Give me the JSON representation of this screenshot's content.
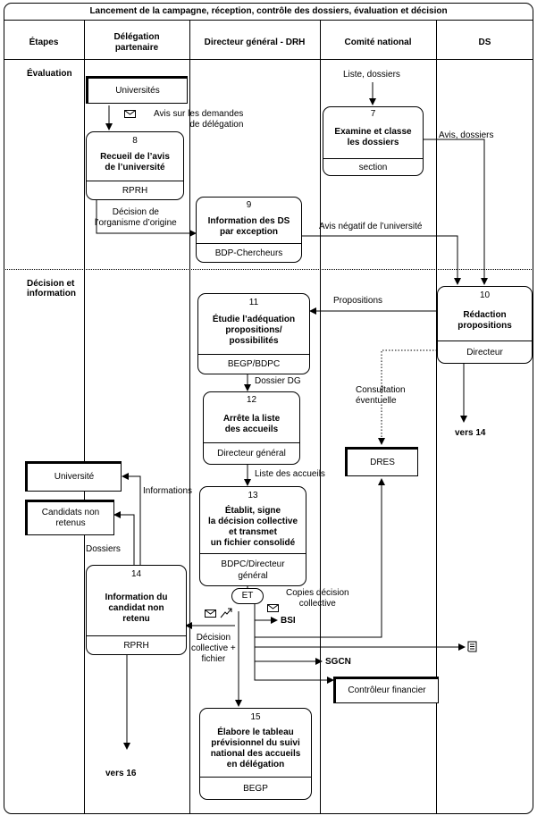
{
  "title": "Lancement de la campagne, réception, contrôle des dossiers, évaluation et décision",
  "columns": [
    "Étapes",
    "Délégation\npartenaire",
    "Directeur général - DRH",
    "Comité national",
    "DS"
  ],
  "sections": {
    "evaluation": "Évaluation",
    "decision": "Décision et\ninformation"
  },
  "externals": {
    "universites": "Universités",
    "universite": "Université",
    "candidats": "Candidats non\nretenus",
    "dres": "DRES",
    "controleur": "Contrôleur financier"
  },
  "processes": {
    "p7": {
      "num": "7",
      "text": "Examine et classe\nles dossiers",
      "actor": "section"
    },
    "p8": {
      "num": "8",
      "text": "Recueil de l’avis\nde l’université",
      "actor": "RPRH"
    },
    "p9": {
      "num": "9",
      "text": "Information des DS\npar exception",
      "actor": "BDP-Chercheurs"
    },
    "p10": {
      "num": "10",
      "text": "Rédaction\npropositions",
      "actor": "Directeur"
    },
    "p11": {
      "num": "11",
      "text": "Étudie l’adéquation\npropositions/\npossibilités",
      "actor": "BEGP/BDPC"
    },
    "p12": {
      "num": "12",
      "text": "Arrête la liste\ndes accueils",
      "actor": "Directeur général"
    },
    "p13": {
      "num": "13",
      "text": "Établit, signe\nla décision collective\net transmet\nun fichier consolidé",
      "actor": "BDPC/Directeur\ngénéral"
    },
    "p14": {
      "num": "14",
      "text": "Information du\ncandidat non\nretenu",
      "actor": "RPRH"
    },
    "p15": {
      "num": "15",
      "text": "Élabore le tableau\nprévisionnel du suivi\nnational des accueils\nen délégation",
      "actor": "BEGP"
    }
  },
  "et": "ET",
  "labels": {
    "liste_dossiers": "Liste, dossiers",
    "avis_demandes": "Avis sur les demandes\nde délégation",
    "avis_dossiers": "Avis, dossiers",
    "decision_organisme": "Décision de\nl’organisme d’origine",
    "avis_negatif": "Avis négatif de l’université",
    "propositions": "Propositions",
    "dossier_dg": "Dossier DG",
    "consultation": "Consultation\néventuelle",
    "vers14": "vers 14",
    "liste_accueils": "Liste des accueils",
    "informations": "Informations",
    "dossiers": "Dossiers",
    "copies": "Copies décision\ncollective",
    "bsi": "BSI",
    "decision_collective": "Décision\ncollective +\nfichier",
    "sgcn": "SGCN",
    "vers16": "vers 16"
  },
  "icons": [
    "mail-icon",
    "mail-icon",
    "mail-icon",
    "fax-icon",
    "document-icon"
  ]
}
